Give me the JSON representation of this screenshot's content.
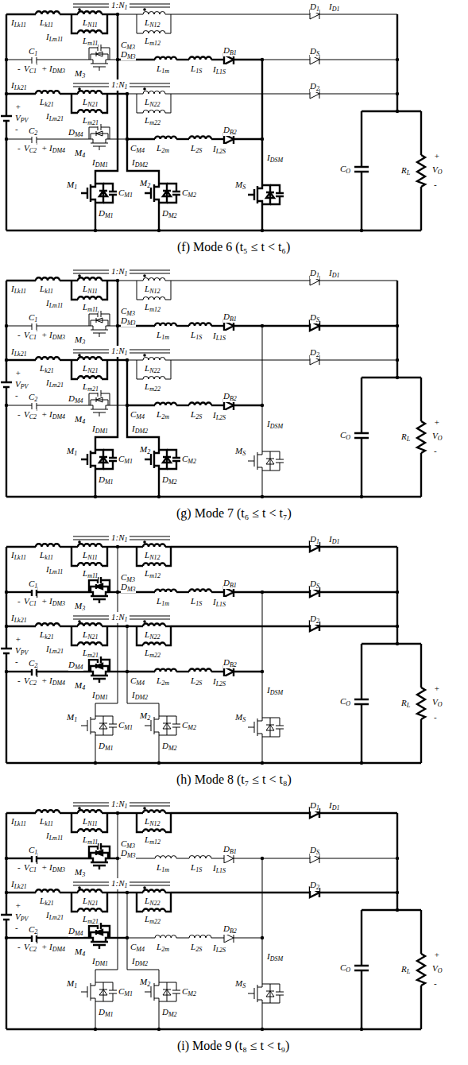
{
  "diagram": {
    "labels": [
      "ILk11",
      "Lk11",
      "LN11",
      "Lm11",
      "ILm11",
      "LN12",
      "Lm12",
      "1:N1",
      "D1",
      "ID1",
      "C1",
      "-",
      "VC1",
      "+",
      "CM3",
      "DM3",
      "IDM3",
      "M3",
      "L1m",
      "L1S",
      "IL1S",
      "DB1",
      "DS",
      "ILk21",
      "Lk21",
      "LN21",
      "Lm21",
      "ILm21",
      "LN22",
      "Lm22",
      "1:N1",
      "D2",
      "C2",
      "-",
      "VC2",
      "+",
      "CM4",
      "DM4",
      "IDM4",
      "M4",
      "L2m",
      "L2S",
      "IL2S",
      "DB2",
      "IDSM",
      "IDM1",
      "IDM2",
      "M1",
      "DM1",
      "CM1",
      "M2",
      "DM2",
      "CM2",
      "MS",
      "CO",
      "RL",
      "+",
      "VO",
      "-",
      "+",
      "VPV",
      "-",
      "(f) Mode 6 (t₅ ≤ t < t₆)",
      "ILk11",
      "Lk11",
      "LN11",
      "Lm11",
      "ILm11",
      "LN12",
      "Lm12",
      "1:N1",
      "D1",
      "ID1",
      "C1",
      "-",
      "VC1",
      "+",
      "CM3",
      "DM3",
      "IDM3",
      "M3",
      "L1m",
      "L1S",
      "IL1S",
      "DB1",
      "DS",
      "ILk21",
      "Lk21",
      "LN21",
      "Lm21",
      "ILm21",
      "LN22",
      "Lm22",
      "1:N1",
      "D2",
      "C2",
      "-",
      "VC2",
      "+",
      "CM4",
      "DM4",
      "IDM4",
      "M4",
      "L2m",
      "L2S",
      "IL2S",
      "DB2",
      "IDSM",
      "IDM1",
      "IDM2",
      "M1",
      "DM1",
      "CM1",
      "M2",
      "DM2",
      "CM2",
      "MS",
      "CO",
      "RL",
      "+",
      "VO",
      "-",
      "+",
      "VPV",
      "-",
      "(g) Mode 7 (t₆ ≤ t < t₇)",
      "ILk11",
      "Lk11",
      "LN11",
      "Lm11",
      "ILm11",
      "LN12",
      "Lm12",
      "1:N1",
      "D1",
      "ID1",
      "C1",
      "-",
      "VC1",
      "+",
      "CM3",
      "DM3",
      "IDM3",
      "M3",
      "L1m",
      "L1S",
      "IL1S",
      "DB1",
      "DS",
      "ILk21",
      "Lk21",
      "LN21",
      "Lm21",
      "ILm21",
      "LN22",
      "Lm22",
      "1:N1",
      "D2",
      "C2",
      "-",
      "VC2",
      "+",
      "CM4",
      "DM4",
      "IDM4",
      "M4",
      "L2m",
      "L2S",
      "IL2S",
      "DB2",
      "IDSM",
      "IDM1",
      "IDM2",
      "M1",
      "DM1",
      "CM1",
      "M2",
      "DM2",
      "CM2",
      "MS",
      "CO",
      "RL",
      "+",
      "VO",
      "-",
      "+",
      "VPV",
      "-",
      "(h) Mode 8 (t₇ ≤ t < t₈)",
      "ILk11",
      "Lk11",
      "LN11",
      "Lm11",
      "ILm11",
      "LN12",
      "Lm12",
      "1:N1",
      "D1",
      "ID1",
      "C1",
      "-",
      "VC1",
      "+",
      "CM3",
      "DM3",
      "IDM3",
      "M3",
      "L1m",
      "L1S",
      "IL1S",
      "DB1",
      "DS",
      "ILk21",
      "Lk21",
      "LN21",
      "Lm21",
      "ILm21",
      "LN22",
      "Lm22",
      "1:N1",
      "D2",
      "C2",
      "-",
      "VC2",
      "+",
      "CM4",
      "DM4",
      "IDM4",
      "M4",
      "L2m",
      "L2S",
      "IL2S",
      "DB2",
      "IDSM",
      "IDM1",
      "IDM2",
      "M1",
      "DM1",
      "CM1",
      "M2",
      "DM2",
      "CM2",
      "MS",
      "CO",
      "RL",
      "+",
      "VO",
      "-",
      "+",
      "VPV",
      "-",
      "(i) Mode 9 (t₈ ≤ t < t₉)"
    ]
  }
}
